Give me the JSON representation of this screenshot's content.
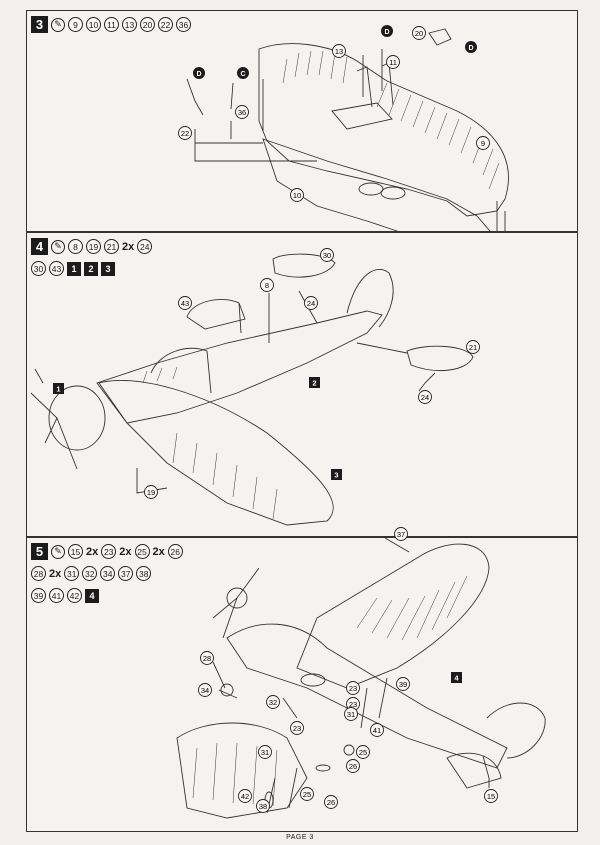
{
  "page_label": "PAGE 3",
  "steps": [
    {
      "id": "3",
      "header_rows": [
        [
          {
            "t": "glue",
            "v": "✎"
          },
          {
            "t": "pn",
            "v": "9"
          },
          {
            "t": "pn",
            "v": "10"
          },
          {
            "t": "pn",
            "v": "11"
          },
          {
            "t": "pn",
            "v": "13"
          },
          {
            "t": "pn",
            "v": "20"
          },
          {
            "t": "pn",
            "v": "22"
          },
          {
            "t": "pn",
            "v": "36"
          }
        ]
      ]
    },
    {
      "id": "4",
      "header_rows": [
        [
          {
            "t": "glue",
            "v": "✎"
          },
          {
            "t": "pn",
            "v": "8"
          },
          {
            "t": "pn",
            "v": "19"
          },
          {
            "t": "pn",
            "v": "21"
          },
          {
            "t": "mult",
            "v": "2x"
          },
          {
            "t": "pn",
            "v": "24"
          }
        ],
        [
          {
            "t": "pn",
            "v": "30"
          },
          {
            "t": "pn",
            "v": "43"
          },
          {
            "t": "sq",
            "v": "1"
          },
          {
            "t": "sq",
            "v": "2"
          },
          {
            "t": "sq",
            "v": "3"
          }
        ]
      ]
    },
    {
      "id": "5",
      "header_rows": [
        [
          {
            "t": "glue",
            "v": "✎"
          },
          {
            "t": "pn",
            "v": "15"
          },
          {
            "t": "mult",
            "v": "2x"
          },
          {
            "t": "pn",
            "v": "23"
          },
          {
            "t": "mult",
            "v": "2x"
          },
          {
            "t": "pn",
            "v": "25"
          },
          {
            "t": "mult",
            "v": "2x"
          },
          {
            "t": "pn",
            "v": "26"
          }
        ],
        [
          {
            "t": "pn",
            "v": "28"
          },
          {
            "t": "mult",
            "v": "2x"
          },
          {
            "t": "pn",
            "v": "31"
          },
          {
            "t": "pn",
            "v": "32"
          },
          {
            "t": "pn",
            "v": "34"
          },
          {
            "t": "pn",
            "v": "37"
          },
          {
            "t": "pn",
            "v": "38"
          }
        ],
        [
          {
            "t": "pn",
            "v": "39"
          },
          {
            "t": "pn",
            "v": "41"
          },
          {
            "t": "pn",
            "v": "42"
          },
          {
            "t": "sq",
            "v": "4"
          }
        ]
      ]
    }
  ],
  "callouts": {
    "step3": [
      "22",
      "36",
      "13",
      "11",
      "20",
      "9",
      "10"
    ],
    "step3_markers": [
      "D",
      "C",
      "D",
      "D"
    ],
    "step4": [
      "30",
      "8",
      "24",
      "43",
      "1",
      "2",
      "21",
      "24",
      "19",
      "3"
    ],
    "step5": [
      "37",
      "28",
      "34",
      "32",
      "23",
      "23",
      "31",
      "39",
      "41",
      "4",
      "23",
      "25",
      "26",
      "31",
      "42",
      "38",
      "25",
      "26",
      "15"
    ]
  }
}
